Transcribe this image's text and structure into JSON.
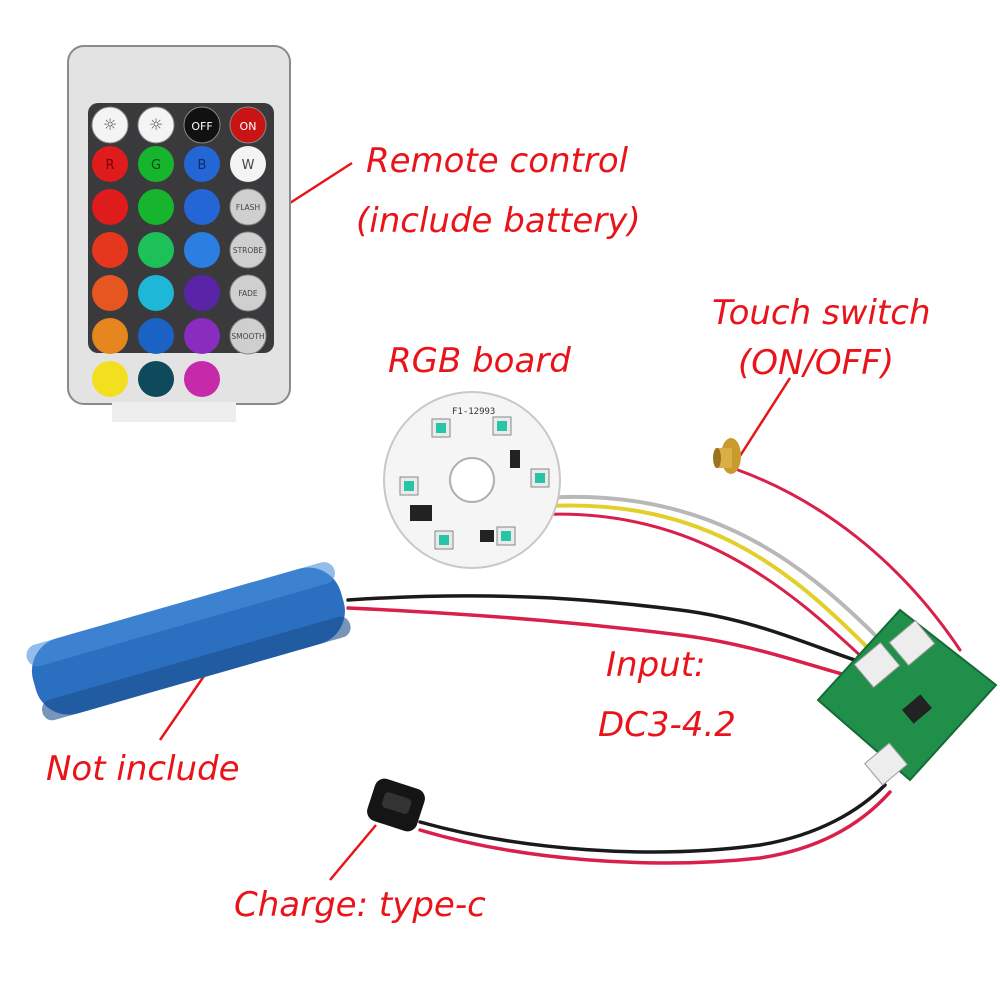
{
  "labels": {
    "remote_line1": "Remote control",
    "remote_line2": "(include battery)",
    "rgb_board": "RGB board",
    "touch_line1": "Touch switch",
    "touch_line2": "(ON/OFF)",
    "input_line1": "Input:",
    "input_line2": "DC3-4.2",
    "not_include": "Not include",
    "charge": "Charge: type-c"
  },
  "remote": {
    "top_buttons": [
      "☼",
      "☼",
      "OFF",
      "ON"
    ],
    "color_row_labels": [
      "R",
      "G",
      "B",
      "W"
    ],
    "mode_buttons": [
      "FLASH",
      "STROBE",
      "FADE",
      "SMOOTH"
    ],
    "color_grid": [
      [
        "#e01b1b",
        "#17b52e",
        "#2466d6"
      ],
      [
        "#e5361e",
        "#1cc15a",
        "#2a7fe0"
      ],
      [
        "#e55620",
        "#1fb7d8",
        "#5a24a8"
      ],
      [
        "#e5861e",
        "#1a63c4",
        "#8a2cc0"
      ],
      [
        "#f2e020",
        "#0f4a5c",
        "#c72aa8"
      ]
    ]
  },
  "pcb": {
    "board_code": "F1-12993"
  },
  "colors": {
    "label_red": "#e8141a",
    "battery_blue": "#2a6fc0",
    "pcb_green": "#1f8f4a",
    "wire_red": "#d8204a",
    "wire_yellow": "#e3cf2a",
    "wire_grey": "#b8b8b8",
    "wire_black": "#1a1a1a"
  }
}
